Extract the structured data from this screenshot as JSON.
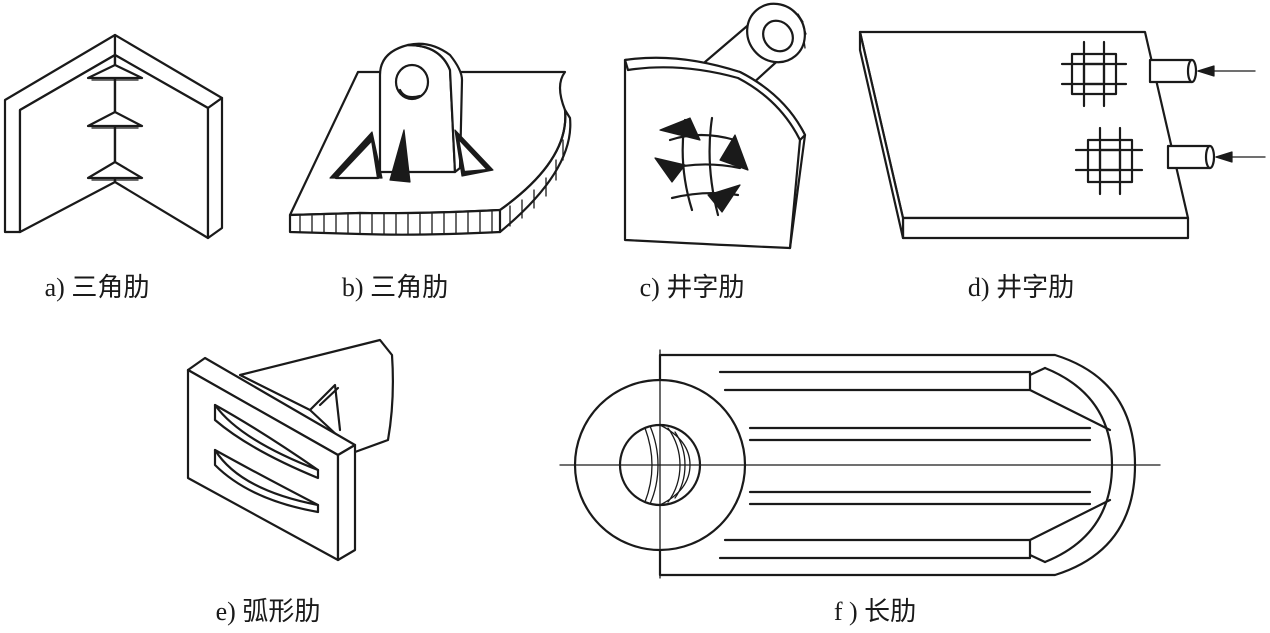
{
  "figures": [
    {
      "id": "a",
      "label": "a) 三角肋"
    },
    {
      "id": "b",
      "label": "b) 三角肋"
    },
    {
      "id": "c",
      "label": "c) 井字肋"
    },
    {
      "id": "d",
      "label": "d) 井字肋"
    },
    {
      "id": "e",
      "label": "e) 弧形肋"
    },
    {
      "id": "f",
      "label": "f ) 长肋"
    }
  ]
}
